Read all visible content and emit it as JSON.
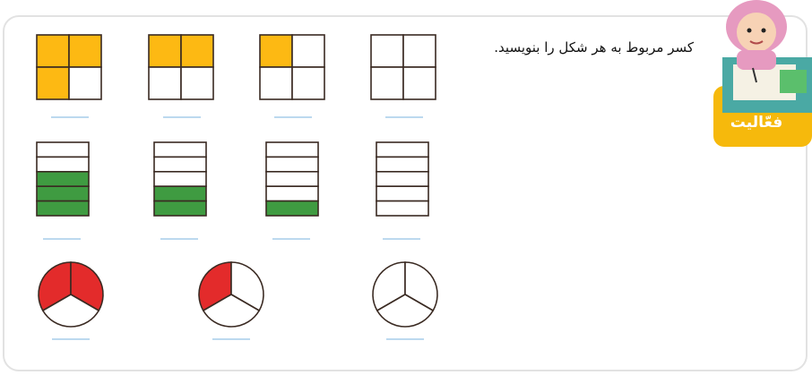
{
  "instruction": "کسر مربوط به هر شکل را بنویسید.",
  "badge": {
    "label": "فعّالیت"
  },
  "colors": {
    "square_fill": "#fdb913",
    "bar_fill": "#3f9b41",
    "circle_fill": "#e32b2b",
    "outline": "#3a2a22",
    "answer_line": "#bcd9ef",
    "badge": "#f6b90c"
  },
  "rows": {
    "squares": {
      "parts": 4,
      "shaded": [
        3,
        2,
        1,
        0
      ]
    },
    "bars": {
      "parts": 5,
      "shaded": [
        3,
        2,
        1,
        0
      ]
    },
    "circles": {
      "parts": 3,
      "shaded": [
        2,
        1,
        0
      ]
    }
  }
}
